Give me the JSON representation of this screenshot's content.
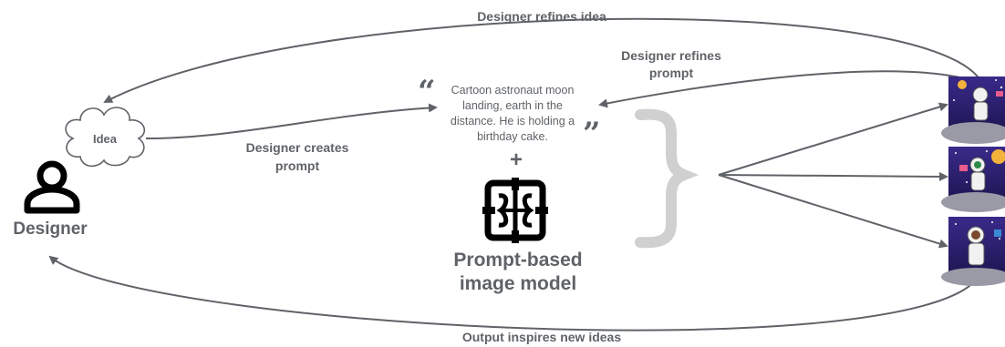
{
  "labels": {
    "refine_idea": "Designer refines idea",
    "refine_prompt_1": "Designer refines",
    "refine_prompt_2": "prompt",
    "creates_prompt_1": "Designer creates",
    "creates_prompt_2": "prompt",
    "output_inspires": "Output inspires new ideas"
  },
  "idea": "Idea",
  "designer": "Designer",
  "prompt": {
    "line1": "Cartoon astronaut moon",
    "line2": "landing, earth in the",
    "line3": "distance. He is holding a",
    "line4": "birthday cake."
  },
  "plus": "+",
  "model": {
    "line1": "Prompt-based",
    "line2": "image model"
  },
  "colors": {
    "text": "#5f6368",
    "arrow": "#5f6368",
    "brace": "#d0d0d0",
    "space_bg": "#2a1f6e",
    "moon": "#9a9aa6"
  },
  "icons": [
    "person-icon",
    "cloud-icon",
    "quote-open-icon",
    "quote-close-icon",
    "brain-chip-icon",
    "brace-icon"
  ]
}
